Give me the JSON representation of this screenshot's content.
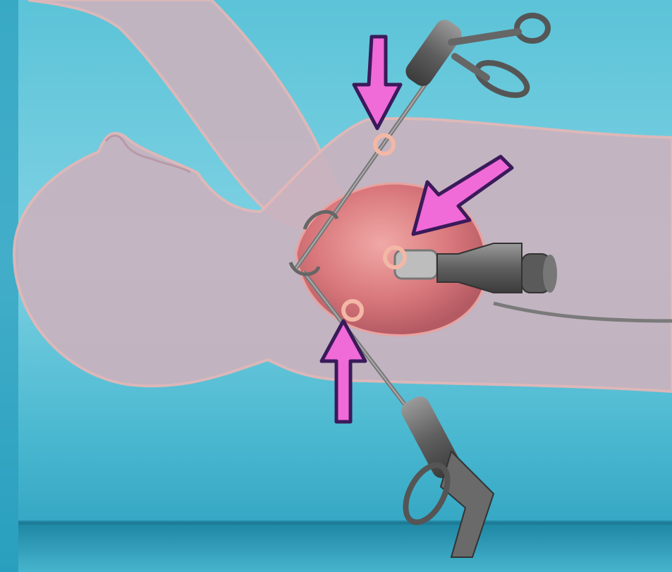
{
  "scene": {
    "subject": "thoracoscopic-surgery-illustration",
    "colors": {
      "backdrop_light": "#9ee0ee",
      "backdrop_mid": "#46b7d0",
      "backdrop_dark": "#1f8fae",
      "body_fill": "#c9b3bf",
      "body_outline": "#e6b7b7",
      "lung": "#d9787c",
      "lung_highlight": "#f0a9a6",
      "instrument_gray": "#6f6f6f",
      "instrument_dark": "#3f3f3f",
      "port_ring": "#f3b7a6",
      "arrow_fill": "#f06ad8",
      "arrow_stroke": "#3a1a5a"
    },
    "markers": [
      {
        "id": "upper-port-arrow",
        "direction": "down"
      },
      {
        "id": "camera-port-arrow",
        "direction": "down-left"
      },
      {
        "id": "lower-port-arrow",
        "direction": "up"
      }
    ],
    "instruments": [
      "upper-grasper",
      "camera-endoscope",
      "lower-grasper"
    ]
  }
}
